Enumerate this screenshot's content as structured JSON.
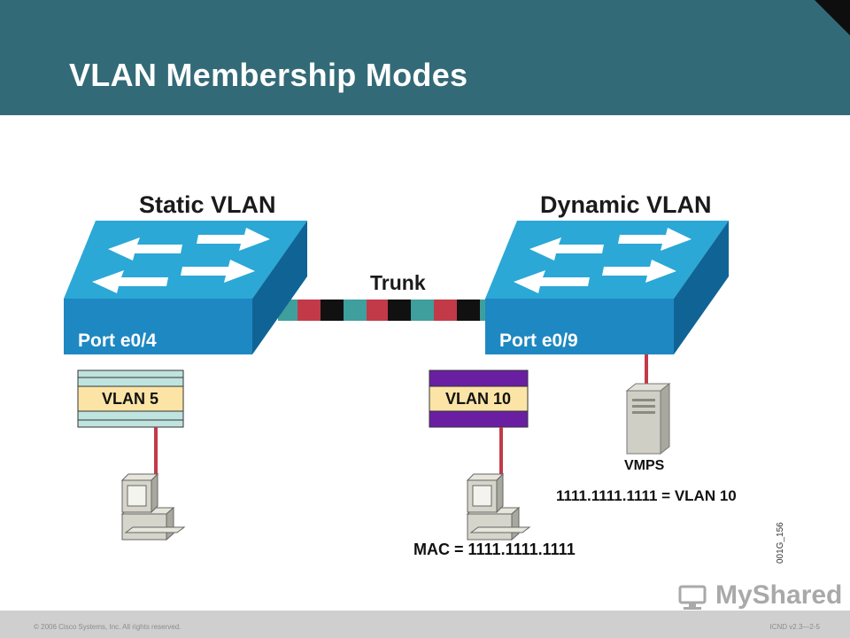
{
  "slide": {
    "title": "VLAN Membership Modes"
  },
  "diagram": {
    "static_label": "Static VLAN",
    "dynamic_label": "Dynamic VLAN",
    "trunk_label": "Trunk",
    "static_port": "Port e0/4",
    "dynamic_port": "Port e0/9",
    "vlan_static": "VLAN 5",
    "vlan_dynamic": "VLAN 10",
    "vmps_label": "VMPS",
    "vmps_mapping": "1111.1111.1111 = VLAN 10",
    "mac_label": "MAC = 1111.1111.1111",
    "figure_id": "001G_156"
  },
  "footer": {
    "copyright": "© 2006 Cisco Systems, Inc. All rights reserved.",
    "course": "ICND v2.3—2-5"
  },
  "watermark": {
    "text": "MyShared"
  },
  "colors": {
    "header_bg": "#336a77",
    "switch_top": "#2ba8d6",
    "switch_front": "#1e88c2",
    "switch_side": "#106495",
    "vlan5_fill": "#fbe4a6",
    "vlan5_stripe": "#bfe3df",
    "vlan10_stripe": "#6a1fa3",
    "cable_red": "#c23a48",
    "trunk_teal": "#3f9f9d"
  },
  "icons": [
    "switch-icon",
    "server-icon",
    "workstation-icon"
  ]
}
